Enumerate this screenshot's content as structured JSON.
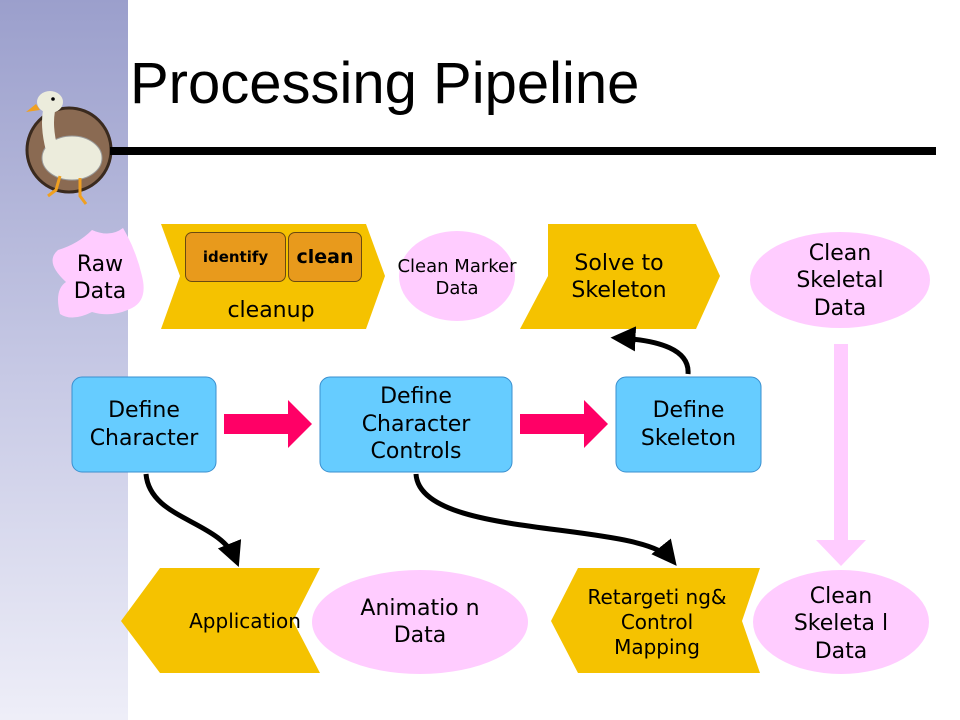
{
  "slide": {
    "title": "Processing Pipeline"
  },
  "mascot": {
    "icon": "duck-icon"
  },
  "colors": {
    "process_yellow": "#f5c200",
    "data_pink": "#ffccff",
    "definition_blue": "#66ccff",
    "arrow_magenta": "#ff0066",
    "arrow_light_pink": "#ffccff",
    "chip_orange": "#e89a1c"
  },
  "nodes": {
    "raw_data": "Raw Data",
    "cleanup": "cleanup",
    "identify": "identify",
    "clean": "clean",
    "clean_marker_data": "Clean Marker Data",
    "solve_to_skeleton": "Solve to Skeleton",
    "clean_skeletal_data_top": "Clean Skeletal Data",
    "define_character": "Define Character",
    "define_character_controls": "Define Character Controls",
    "define_skeleton": "Define Skeleton",
    "application": "Application",
    "animation_data": "Animatio n Data",
    "retargeting": "Retargeti ng& Control Mapping",
    "clean_skeletal_data_bottom": "Clean Skeleta l Data"
  }
}
